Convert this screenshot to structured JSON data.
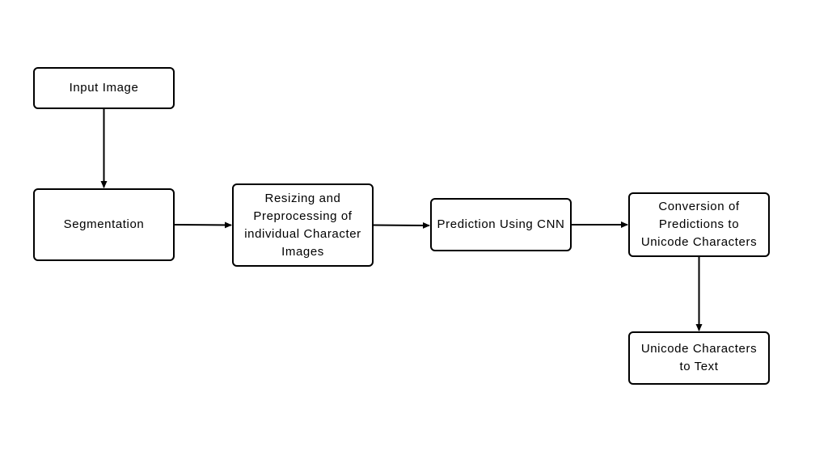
{
  "colors": {
    "background": "#ffffff",
    "stroke": "#000000",
    "text": "#000000"
  },
  "nodes": {
    "input_image": "Input Image",
    "segmentation": "Segmentation",
    "resizing": "Resizing and Preprocessing of individual Character Images",
    "prediction": "Prediction Using CNN",
    "conversion": "Conversion of Predictions to Unicode Characters",
    "unicode_to_text": "Unicode Characters to Text"
  },
  "edges": [
    {
      "from": "input_image",
      "to": "segmentation"
    },
    {
      "from": "segmentation",
      "to": "resizing"
    },
    {
      "from": "resizing",
      "to": "prediction"
    },
    {
      "from": "prediction",
      "to": "conversion"
    },
    {
      "from": "conversion",
      "to": "unicode_to_text"
    }
  ]
}
